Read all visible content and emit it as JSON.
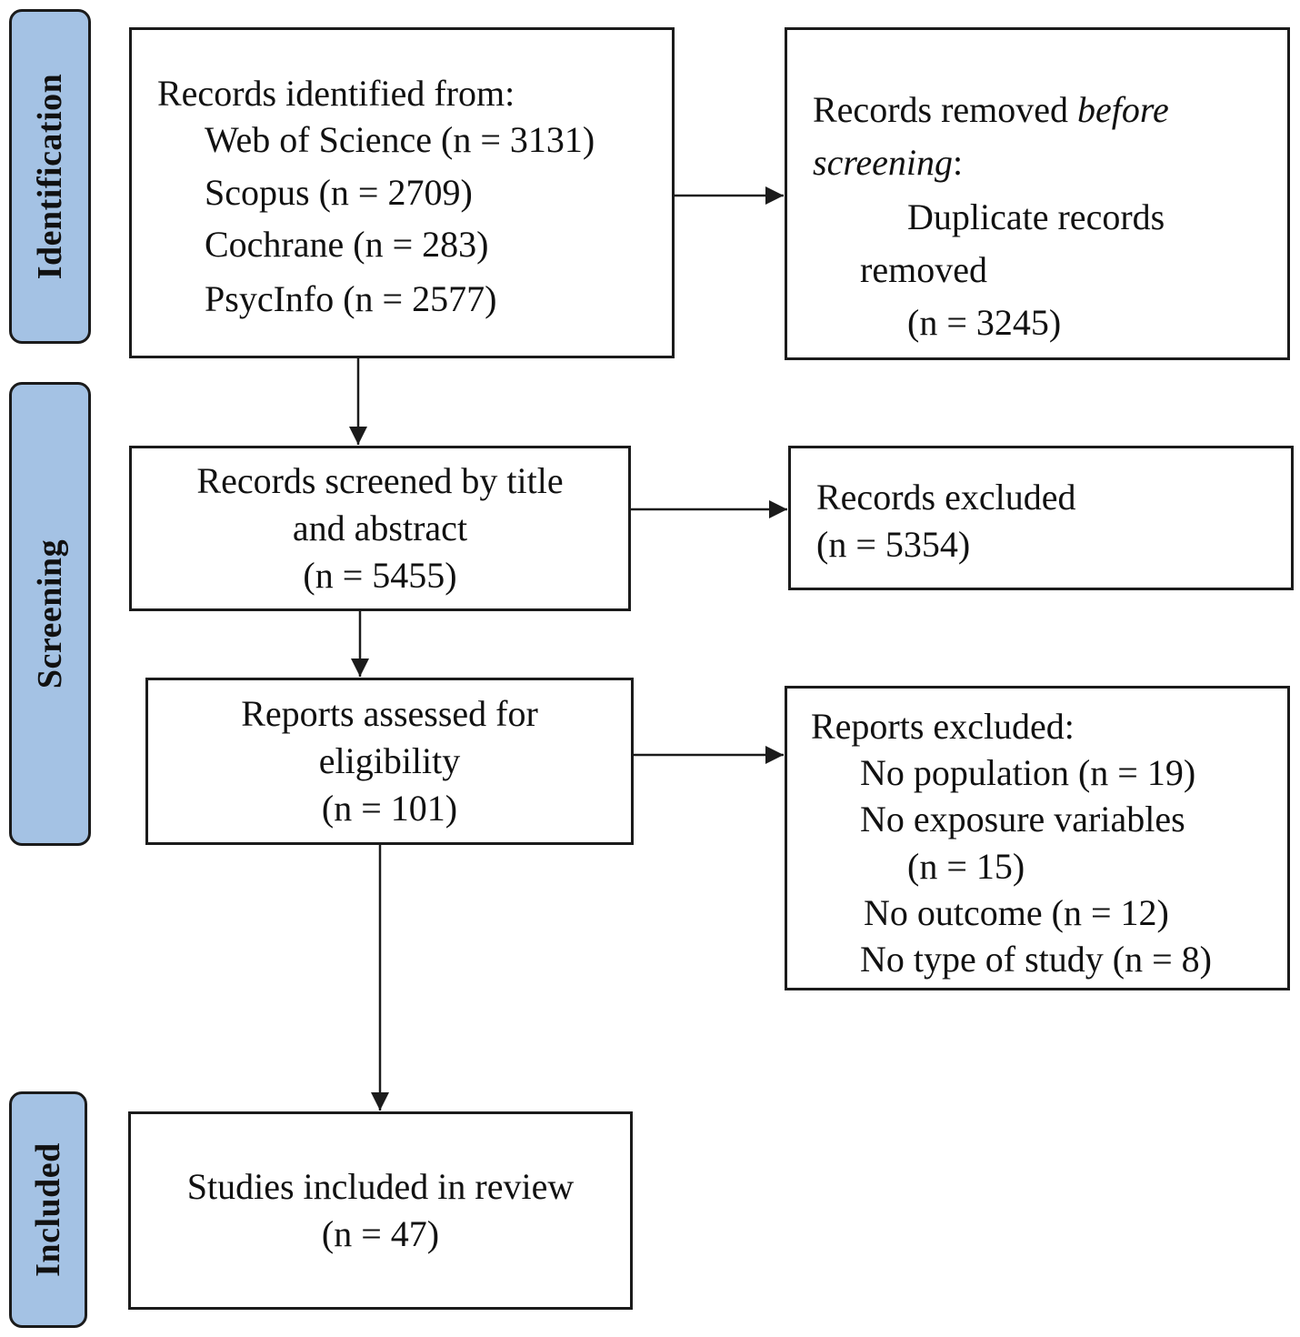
{
  "phases": {
    "identification": "Identification",
    "screening": "Screening",
    "included": "Included"
  },
  "identified": {
    "heading": "Records identified from:",
    "sources": [
      "Web of Science (n = 3131)",
      "Scopus (n = 2709)",
      "Cochrane (n = 283)",
      "PsycInfo (n = 2577)"
    ]
  },
  "removed": {
    "heading": "Records removed ",
    "heading_italic": "before",
    "heading_italic2": "screening",
    "heading_colon": ":",
    "line1": "Duplicate records",
    "line2": "removed",
    "count": "(n = 3245)"
  },
  "screened": {
    "line1": "Records screened by title",
    "line2": "and abstract",
    "count": "(n = 5455)"
  },
  "excluded_records": {
    "line1": "Records excluded",
    "count": "(n = 5354)"
  },
  "assessed": {
    "line1": "Reports assessed for",
    "line2": "eligibility",
    "count": "(n = 101)"
  },
  "excluded_reports": {
    "heading": "Reports excluded:",
    "reasons": [
      "No population (n = 19)",
      "No exposure variables",
      "(n = 15)",
      "No outcome (n = 12)",
      "No type of study (n = 8)"
    ]
  },
  "included_studies": {
    "line1": "Studies included in review",
    "count": "(n = 47)"
  }
}
